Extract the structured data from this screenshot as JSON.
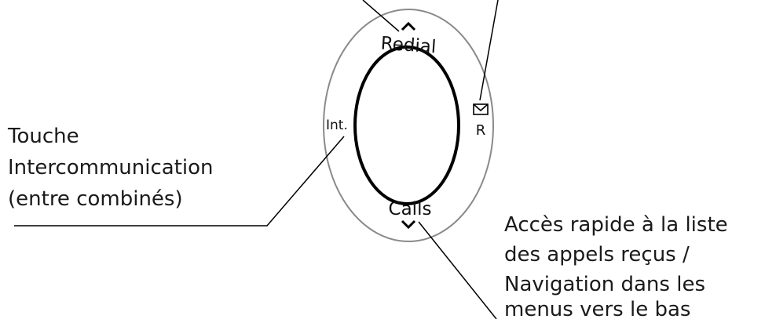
{
  "diagram": {
    "keys": {
      "top": "Redial",
      "bottom": "Calls",
      "left": "Int.",
      "right": "R"
    },
    "callouts": {
      "intercom": [
        "Touche",
        "Intercommunication",
        "(entre combinés)"
      ],
      "calls": [
        "Accès rapide à la liste",
        "des appels reçus /",
        "Navigation dans les",
        "menus vers le bas"
      ]
    },
    "icons": {
      "up": "chevron-up-icon",
      "down": "chevron-down-icon",
      "message": "envelope-icon"
    }
  }
}
